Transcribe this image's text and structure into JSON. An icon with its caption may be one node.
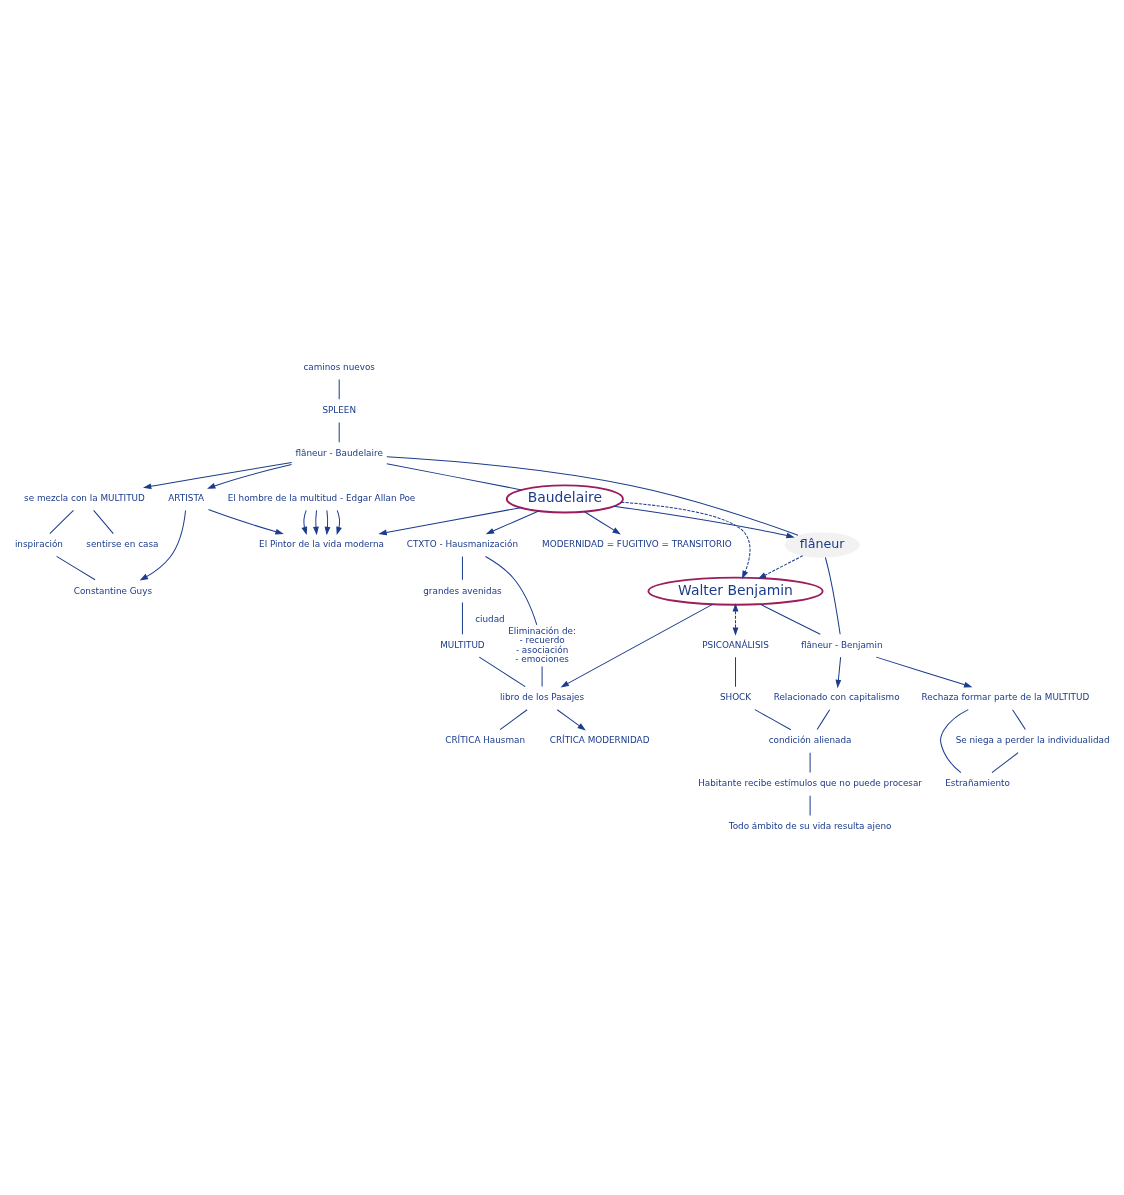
{
  "diagram": {
    "nodes": [
      {
        "text": [
          "caminos nuevos"
        ]
      },
      {
        "text": [
          "SPLEEN"
        ]
      },
      {
        "text": [
          "se mezcla con la MULTITUD"
        ]
      },
      {
        "text": [
          "sentirse en casa"
        ]
      },
      {
        "text": [
          "inspiración"
        ]
      },
      {
        "text": [
          "Constantine Guys"
        ]
      },
      {
        "text": [
          "flâneur - Baudelaire"
        ]
      },
      {
        "text": [
          "ARTISTA"
        ]
      },
      {
        "text": [
          "El hombre de la multitud - Edgar Allan Poe"
        ]
      },
      {
        "text": [
          "Baudelaire"
        ]
      },
      {
        "text": [
          "El Pintor de la vida moderna"
        ]
      },
      {
        "text": [
          "MODERNIDAD = FUGITIVO = TRANSITORIO"
        ]
      },
      {
        "text": [
          "CTXTO - Hausmanización"
        ]
      },
      {
        "text": [
          "flâneur"
        ]
      },
      {
        "text": [
          "grandes avenidas"
        ]
      },
      {
        "text": [
          "MULTITUD"
        ]
      },
      {
        "text": [
          "Eliminación de:",
          "- recuerdo",
          "- asociación",
          "- emociones"
        ],
        "beside": [
          "ciudad"
        ]
      },
      {
        "text": [
          "Walter Benjamin"
        ]
      },
      {
        "text": [
          "flâneur - Benjamin"
        ]
      },
      {
        "text": [
          "libro de los Pasajes"
        ]
      },
      {
        "text": [
          "CRÍTICA Hausman"
        ]
      },
      {
        "text": [
          "CRÍTICA MODERNIDAD"
        ]
      },
      {
        "text": [
          "PSICOANÁLISIS"
        ]
      },
      {
        "text": [
          "SHOCK"
        ]
      },
      {
        "text": [
          "Rechaza formar parte de la MULTITUD"
        ]
      },
      {
        "text": [
          "Relacionado con capitalismo"
        ]
      },
      {
        "text": [
          "condición alienada"
        ]
      },
      {
        "text": [
          "Habitante recibe estímulos que no puede procesar"
        ]
      },
      {
        "text": [
          "Todo ámbito de su vida resulta ajeno"
        ]
      },
      {
        "text": [
          "Se niega a perder la individualidad"
        ]
      },
      {
        "text": [
          "Estrañamiento"
        ]
      }
    ],
    "edges": [
      {
        "from": 0,
        "to": 1,
        "arrow": "none"
      },
      {
        "from": 1,
        "to": 6,
        "arrow": "none"
      },
      {
        "from": 6,
        "to": 2,
        "arrow": "to"
      },
      {
        "from": 2,
        "to": 3,
        "arrow": "none"
      },
      {
        "from": 2,
        "to": 4,
        "arrow": "none"
      },
      {
        "from": 4,
        "to": 5,
        "arrow": "none"
      },
      {
        "from": 6,
        "to": 7,
        "arrow": "to"
      },
      {
        "from": 7,
        "to": 5,
        "arrow": "to"
      },
      {
        "from": 7,
        "to": 10,
        "arrow": "to"
      },
      {
        "from": 8,
        "to": 10,
        "arrow": "to"
      },
      {
        "from": 8,
        "to": 10,
        "arrow": "to"
      },
      {
        "from": 8,
        "to": 10,
        "arrow": "to"
      },
      {
        "from": 8,
        "to": 10,
        "arrow": "to"
      },
      {
        "from": 6,
        "to": 9,
        "arrow": "none"
      },
      {
        "from": 6,
        "to": 13,
        "arrow": "none"
      },
      {
        "from": 9,
        "to": 10,
        "arrow": "to"
      },
      {
        "from": 9,
        "to": 11,
        "arrow": "to"
      },
      {
        "from": 9,
        "to": 12,
        "arrow": "to"
      },
      {
        "from": 9,
        "to": 13,
        "arrow": "to"
      },
      {
        "from": 9,
        "to": 17,
        "arrow": "to",
        "style": "dashed"
      },
      {
        "from": 13,
        "to": 17,
        "arrow": "to",
        "style": "dashed"
      },
      {
        "from": 12,
        "to": 14,
        "arrow": "none"
      },
      {
        "from": 12,
        "to": 16,
        "arrow": "none"
      },
      {
        "from": 14,
        "to": 15,
        "arrow": "none"
      },
      {
        "from": 15,
        "to": 19,
        "arrow": "none"
      },
      {
        "from": 16,
        "to": 19,
        "arrow": "none"
      },
      {
        "from": 13,
        "to": 18,
        "arrow": "none"
      },
      {
        "from": 17,
        "to": 18,
        "arrow": "none"
      },
      {
        "from": 17,
        "to": 19,
        "arrow": "to"
      },
      {
        "from": 19,
        "to": 20,
        "arrow": "none"
      },
      {
        "from": 19,
        "to": 21,
        "arrow": "to"
      },
      {
        "from": 17,
        "to": 22,
        "arrow": "both",
        "style": "dashed"
      },
      {
        "from": 22,
        "to": 23,
        "arrow": "none"
      },
      {
        "from": 18,
        "to": 24,
        "arrow": "to"
      },
      {
        "from": 18,
        "to": 25,
        "arrow": "to"
      },
      {
        "from": 23,
        "to": 26,
        "arrow": "none"
      },
      {
        "from": 25,
        "to": 26,
        "arrow": "none"
      },
      {
        "from": 26,
        "to": 27,
        "arrow": "none"
      },
      {
        "from": 27,
        "to": 28,
        "arrow": "none"
      },
      {
        "from": 24,
        "to": 29,
        "arrow": "none"
      },
      {
        "from": 24,
        "to": 30,
        "arrow": "none"
      },
      {
        "from": 29,
        "to": 30,
        "arrow": "none"
      }
    ]
  }
}
